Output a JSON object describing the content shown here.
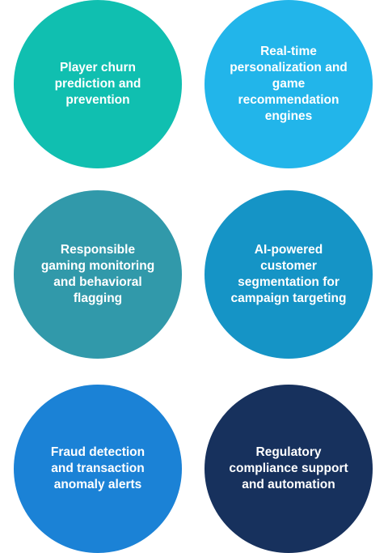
{
  "circles": [
    {
      "label": "Player churn prediction and prevention",
      "color": "#10bfb0"
    },
    {
      "label": "Real-time personalization and game recommendation engines",
      "color": "#22b5ea"
    },
    {
      "label": "Responsible gaming monitoring and behavioral flagging",
      "color": "#3199aa"
    },
    {
      "label": "AI-powered customer segmentation for campaign targeting",
      "color": "#1594c6"
    },
    {
      "label": "Fraud detection and transaction anomaly alerts",
      "color": "#1b82d6"
    },
    {
      "label": "Regulatory compliance support and automation",
      "color": "#17315d"
    }
  ]
}
